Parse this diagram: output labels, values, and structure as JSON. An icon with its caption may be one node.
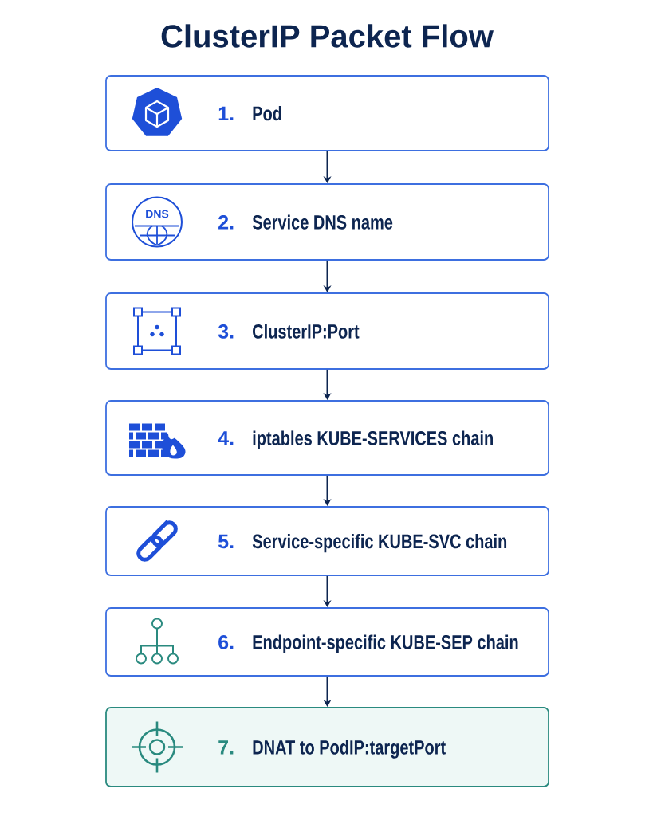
{
  "diagram": {
    "title": "ClusterIP Packet Flow",
    "nodes": [
      {
        "text": [
          "1.",
          "Pod"
        ]
      },
      {
        "text": [
          "2.",
          "Service DNS name"
        ]
      },
      {
        "text": [
          "3.",
          "ClusterIP:Port"
        ]
      },
      {
        "text": [
          "4.",
          "iptables KUBE-SERVICES chain"
        ]
      },
      {
        "text": [
          "5.",
          "Service-specific KUBE-SVC chain"
        ]
      },
      {
        "text": [
          "6.",
          "Endpoint-specific KUBE-SEP chain"
        ]
      },
      {
        "text": [
          "7.",
          "DNAT to PodIP:targetPort"
        ]
      }
    ],
    "edges": [
      {
        "from": 0,
        "to": 1,
        "arrow": "to"
      },
      {
        "from": 1,
        "to": 2,
        "arrow": "to"
      },
      {
        "from": 2,
        "to": 3,
        "arrow": "to"
      },
      {
        "from": 3,
        "to": 4,
        "arrow": "to"
      },
      {
        "from": 4,
        "to": 5,
        "arrow": "to"
      },
      {
        "from": 5,
        "to": 6,
        "arrow": "to"
      }
    ],
    "labels": [
      "DNS"
    ]
  }
}
